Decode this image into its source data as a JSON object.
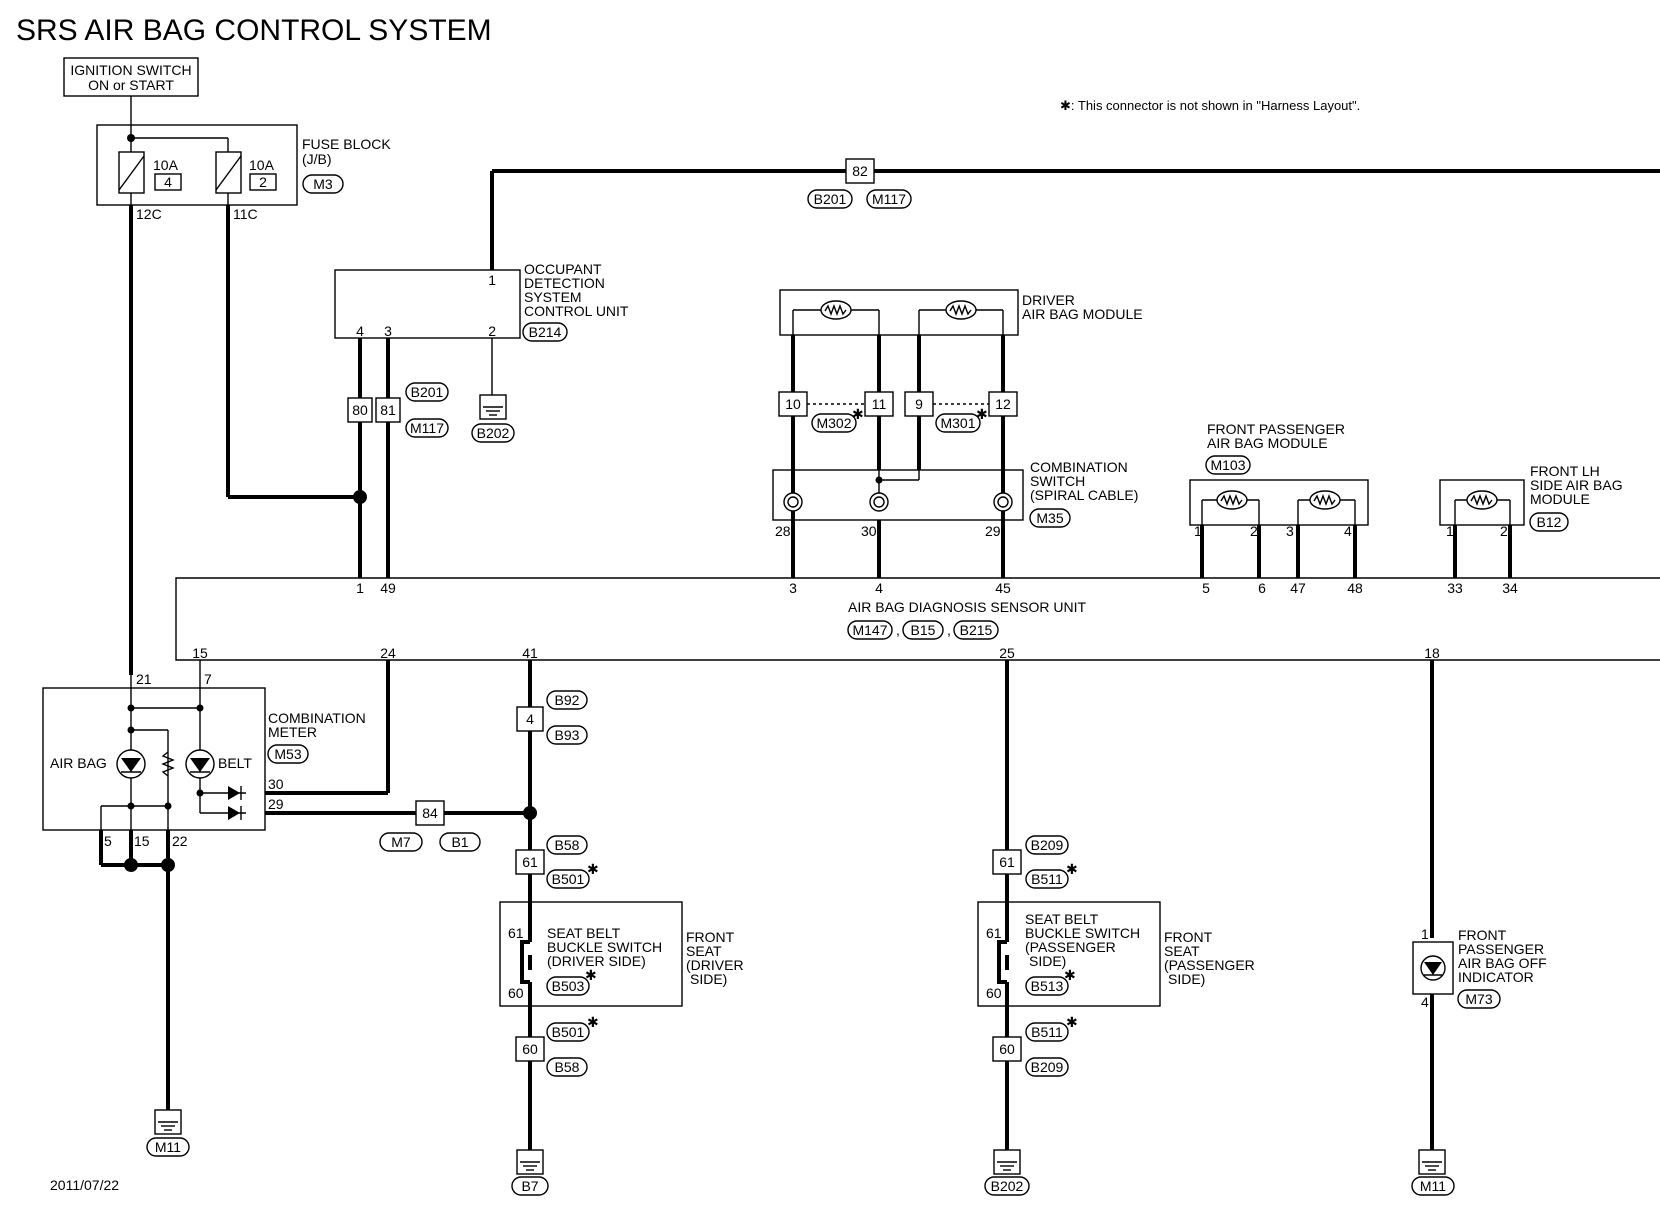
{
  "title": "SRS AIR BAG CONTROL SYSTEM",
  "note": "✱: This connector is not shown in \"Harness Layout\".",
  "date": "2011/07/22",
  "ignition": {
    "line1": "IGNITION SWITCH",
    "line2": "ON or START"
  },
  "fuse_block": {
    "name1": "FUSE BLOCK",
    "name2": "(J/B)",
    "connector": "M3",
    "fuse_a": {
      "rating": "10A",
      "num": "4",
      "terminal": "12C"
    },
    "fuse_b": {
      "rating": "10A",
      "num": "2",
      "terminal": "11C"
    }
  },
  "top_conn": {
    "pin": "82",
    "c1": "B201",
    "c2": "M117"
  },
  "odscu": {
    "l1": "OCCUPANT",
    "l2": "DETECTION",
    "l3": "SYSTEM",
    "l4": "CONTROL UNIT",
    "connector": "B214",
    "p1": "1",
    "p4": "4",
    "p3": "3",
    "p2": "2",
    "j80": "80",
    "j81": "81",
    "jc1": "B201",
    "jc2": "M117",
    "ground": "B202"
  },
  "driver_module": {
    "l1": "DRIVER",
    "l2": "AIR BAG MODULE",
    "p10": "10",
    "p11": "11",
    "p9": "9",
    "p12": "12",
    "c1": "M302",
    "c2": "M301"
  },
  "comb_switch": {
    "l1": "COMBINATION",
    "l2": "SWITCH",
    "l3": "(SPIRAL CABLE)",
    "connector": "M35",
    "p28": "28",
    "p30": "30",
    "p29": "29"
  },
  "fp_module": {
    "l1": "FRONT PASSENGER",
    "l2": "AIR BAG MODULE",
    "connector": "M103",
    "p1": "1",
    "p2": "2",
    "p3": "3",
    "p4": "4"
  },
  "lh_module": {
    "l1": "FRONT LH",
    "l2": "SIDE AIR BAG",
    "l3": "MODULE",
    "connector": "B12",
    "p1": "1",
    "p2": "2"
  },
  "diag_unit": {
    "name": "AIR BAG DIAGNOSIS SENSOR UNIT",
    "c1": "M147",
    "c2": "B15",
    "c3": "B215",
    "top_pins": [
      "1",
      "49",
      "3",
      "4",
      "45",
      "5",
      "6",
      "47",
      "48",
      "33",
      "34"
    ],
    "bottom_pins": [
      "15",
      "24",
      "41",
      "25",
      "18"
    ]
  },
  "comb_meter": {
    "l1": "COMBINATION",
    "l2": "METER",
    "connector": "M53",
    "airbag": "AIR BAG",
    "belt": "BELT",
    "p21": "21",
    "p7": "7",
    "p30": "30",
    "p29": "29",
    "p5": "5",
    "p15": "15",
    "p22": "22",
    "ground": "M11"
  },
  "conn84": {
    "pin": "84",
    "c1": "M7",
    "c2": "B1"
  },
  "driver_seat": {
    "j4": "4",
    "jc1": "B92",
    "jc2": "B93",
    "j61": "61",
    "jc3": "B58",
    "jc4": "B501",
    "sw1": "SEAT BELT",
    "sw2": "BUCKLE SWITCH",
    "sw3": "(DRIVER SIDE)",
    "connector": "B503",
    "seat1": "FRONT",
    "seat2": "SEAT",
    "seat3": "(DRIVER",
    "seat4": "SIDE)",
    "p61": "61",
    "p60": "60",
    "j60": "60",
    "jc5": "B501",
    "jc6": "B58",
    "ground": "B7"
  },
  "pass_seat": {
    "j61": "61",
    "jc1": "B209",
    "jc2": "B511",
    "sw1": "SEAT BELT",
    "sw2": "BUCKLE SWITCH",
    "sw3": "(PASSENGER",
    "sw4": "SIDE)",
    "connector": "B513",
    "seat1": "FRONT",
    "seat2": "SEAT",
    "seat3": "(PASSENGER",
    "seat4": "SIDE)",
    "p61": "61",
    "p60": "60",
    "j60": "60",
    "jc3": "B511",
    "jc4": "B209",
    "ground": "B202"
  },
  "indicator": {
    "l1": "FRONT",
    "l2": "PASSENGER",
    "l3": "AIR BAG OFF",
    "l4": "INDICATOR",
    "connector": "M73",
    "p1": "1",
    "p4": "4",
    "ground": "M11"
  }
}
